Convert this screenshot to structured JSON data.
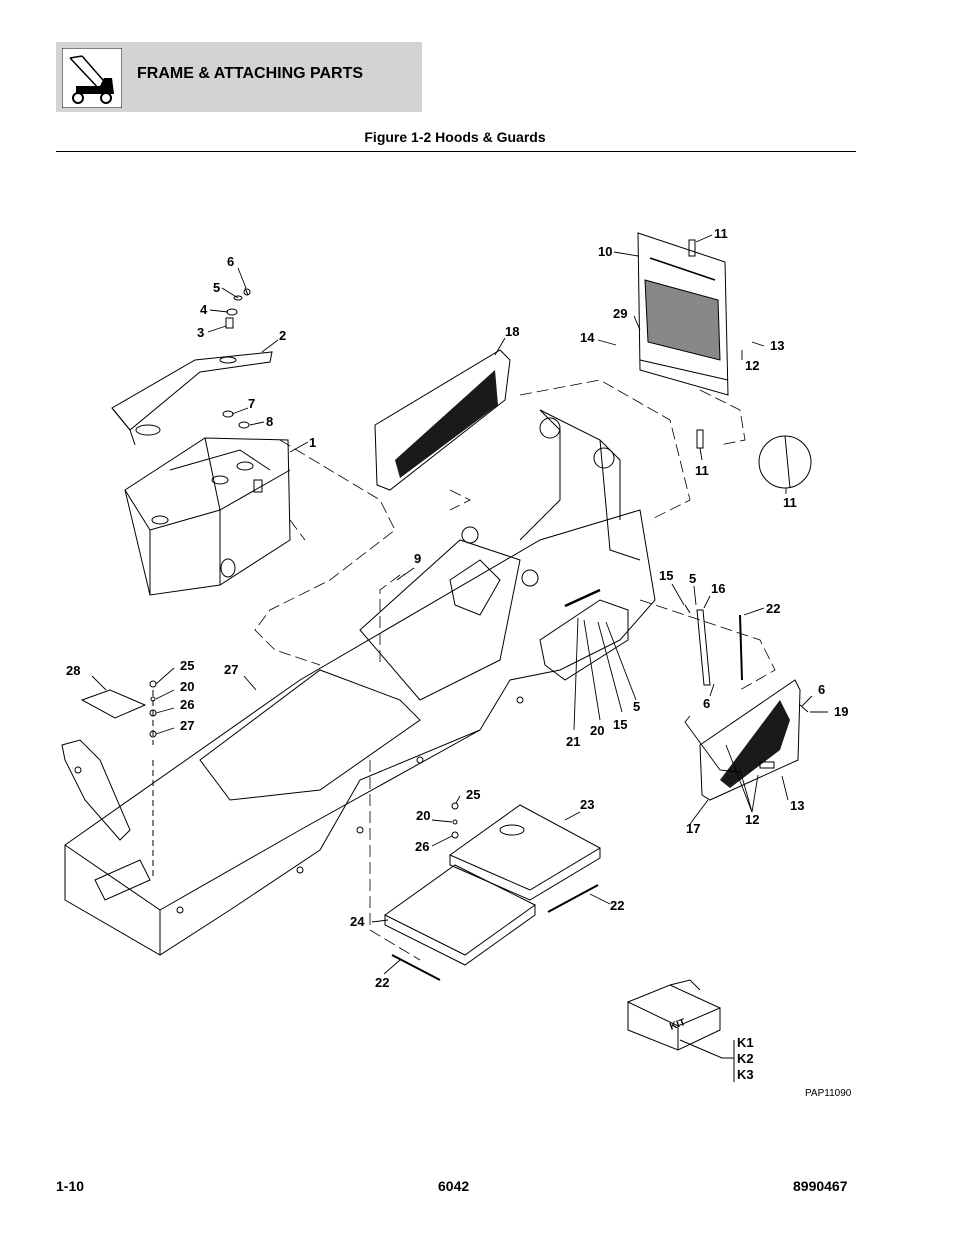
{
  "header": {
    "title": "FRAME & ATTACHING PARTS",
    "icon": "boom-lift-icon"
  },
  "figure": {
    "title": "Figure 1-2 Hoods & Guards",
    "drawing_code": "PAP11090"
  },
  "callouts": [
    "6",
    "5",
    "4",
    "3",
    "2",
    "7",
    "8",
    "1",
    "18",
    "10",
    "11",
    "29",
    "14",
    "13",
    "12",
    "11",
    "11",
    "9",
    "15",
    "5",
    "16",
    "22",
    "21",
    "20",
    "15",
    "5",
    "6",
    "6",
    "19",
    "28",
    "25",
    "20",
    "26",
    "27",
    "27",
    "25",
    "20",
    "26",
    "23",
    "13",
    "12",
    "17",
    "24",
    "22",
    "22"
  ],
  "kit": {
    "box_label": "KIT",
    "items": [
      "K1",
      "K2",
      "K3"
    ]
  },
  "footer": {
    "page": "1-10",
    "model": "6042",
    "part_number": "8990467"
  }
}
